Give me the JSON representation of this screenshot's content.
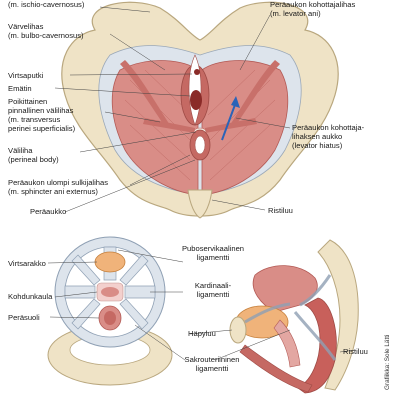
{
  "top": {
    "labels": {
      "ischio": "(m. ischio-cavernosus)",
      "bulbo_name": "Värvelihas",
      "bulbo_latin": "(m. bulbo-cavernosus)",
      "urethra": "Virtsaputki",
      "vagina": "Emätin",
      "transverse_name": "Poikittainen",
      "transverse_line2": "pinnallinen välilihas",
      "transverse_latin1": "(m. transversus",
      "transverse_latin2": "perinei superficialis)",
      "perineal_name": "Väliliha",
      "perineal_latin": "(perineal body)",
      "sphincter_name": "Peräaukon ulompi sulkijalihas",
      "sphincter_latin": "(m. sphincter ani externus)",
      "anus": "Peräaukko",
      "levator_name": "Peräaukon kohottajalihas",
      "levator_latin": "(m. levator ani)",
      "hiatus_name1": "Peräaukon kohottaja-",
      "hiatus_name2": "lihaksen aukko",
      "hiatus_latin": "(levator hiatus)",
      "coccyx": "Ristiluu"
    }
  },
  "bottom": {
    "labels": {
      "bladder": "Virtsarakko",
      "cervix": "Kohdunkaula",
      "rectum": "Peräsuoli",
      "pubocervical1": "Puboservikaalinen",
      "pubocervical2": "ligamentti",
      "cardinal1": "Kardinaali-",
      "cardinal2": "ligamentti",
      "pubic_bone": "Häpyluu",
      "sacro1": "Sakrouteriininen",
      "sacro2": "ligamentti",
      "sacrum": "Ristiluu"
    }
  },
  "credit": "Grafiikka: Sole Lätti",
  "colors": {
    "bone": "#efe3c6",
    "bone_edge": "#b9a77e",
    "muscle": "#d98d87",
    "muscle_dark": "#b35a55",
    "fascia": "#dde4ec",
    "arrow": "#2a63b8",
    "organ_orange": "#f0b37a"
  }
}
